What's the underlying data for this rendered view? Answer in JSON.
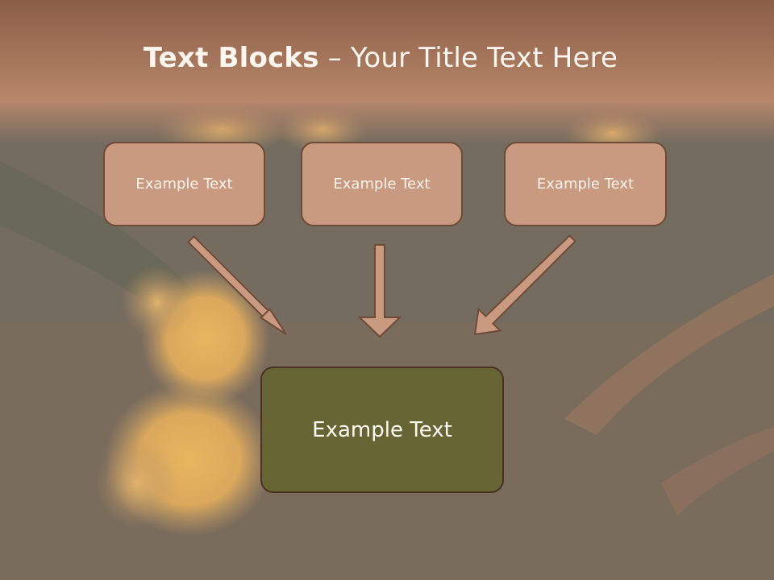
{
  "title": {
    "bold": "Text Blocks",
    "dash": " – ",
    "rest": "Your Title Text Here"
  },
  "blocks": [
    {
      "label": "Example Text"
    },
    {
      "label": "Example Text"
    },
    {
      "label": "Example Text"
    }
  ],
  "main_block": {
    "label": "Example Text"
  },
  "colors": {
    "header_band": "#9a6a4e",
    "block_fill": "#c99a80",
    "block_border": "#6f4a36",
    "main_fill": "#666533",
    "arrow_fill": "#c99a80"
  }
}
